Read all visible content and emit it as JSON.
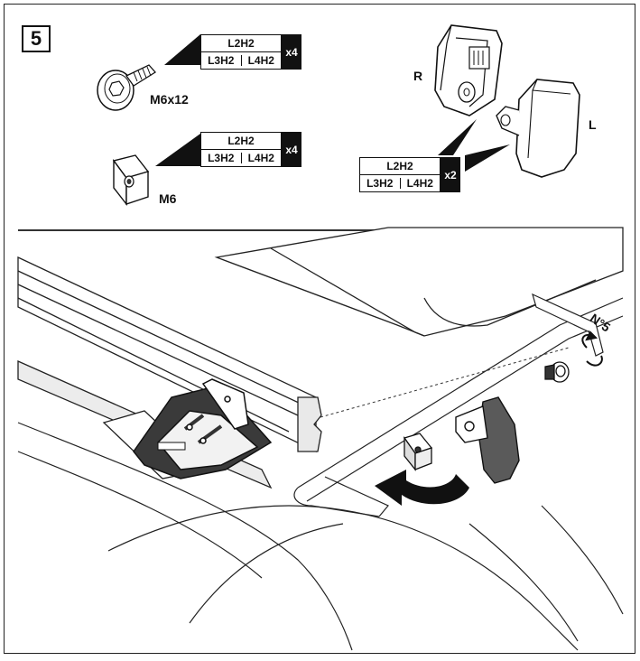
{
  "step_number": "5",
  "parts": {
    "screw": {
      "label": "M6x12",
      "tag": {
        "row1": "L2H2",
        "row2a": "L3H2",
        "row2b": "L4H2",
        "qty": "x4"
      }
    },
    "nut": {
      "label": "M6",
      "tag": {
        "row1": "L2H2",
        "row2a": "L3H2",
        "row2b": "L4H2",
        "qty": "x4"
      }
    },
    "end_caps": {
      "label_right": "R",
      "label_left": "L",
      "tag": {
        "row1": "L2H2",
        "row2a": "L3H2",
        "row2b": "L4H2",
        "qty": "x2"
      }
    }
  },
  "tool_label": "N°5",
  "icons": [
    "screw-icon",
    "square-nut-icon",
    "end-cap-right-icon",
    "end-cap-left-icon",
    "hex-key-icon",
    "rotate-arrow-icon",
    "curved-arrow-icon"
  ]
}
